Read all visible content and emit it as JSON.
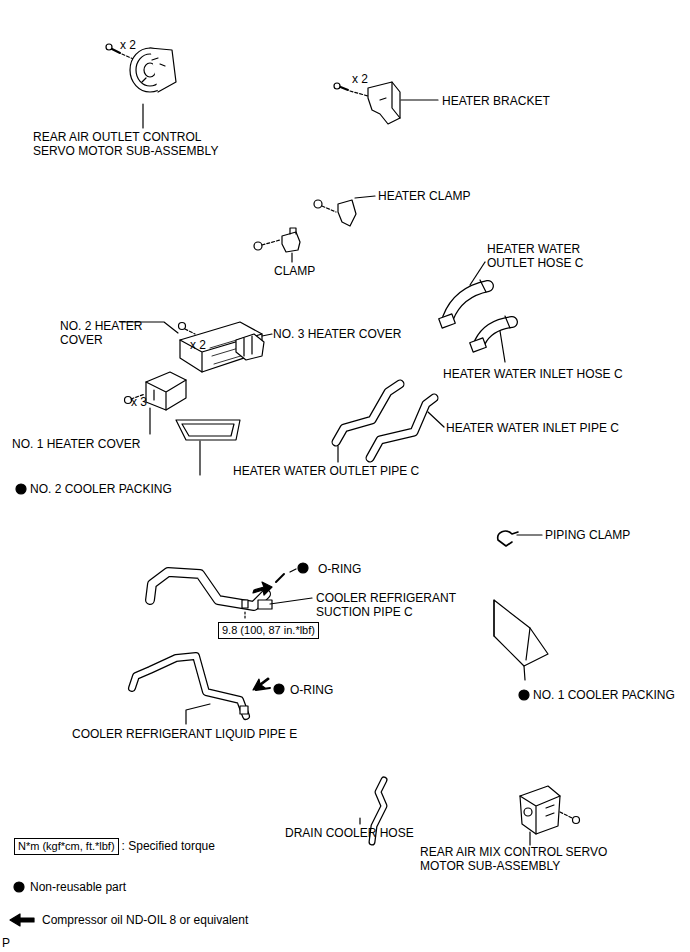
{
  "diagram": {
    "nodes": [
      {
        "text": [
          "9.8 (100, 87 in.*lbf)"
        ]
      },
      {
        "text": [
          "N*m (kgf*cm, ft.*lbf)"
        ]
      }
    ],
    "edges": [],
    "labels": [
      "x 2",
      "x 2",
      "HEATER BRACKET",
      "REAR AIR OUTLET CONTROL SERVO MOTOR SUB-ASSEMBLY",
      "HEATER CLAMP",
      "CLAMP",
      "HEATER WATER OUTLET HOSE C",
      "NO. 2 HEATER COVER",
      "x 2",
      "NO. 3 HEATER COVER",
      "HEATER WATER INLET HOSE C",
      "x 3",
      "HEATER WATER INLET PIPE C",
      "NO. 1 HEATER COVER",
      "HEATER WATER OUTLET PIPE C",
      "NO. 2 COOLER PACKING",
      "PIPING CLAMP",
      "O-RING",
      "COOLER REFRIGERANT SUCTION PIPE C",
      "O-RING",
      "NO. 1 COOLER PACKING",
      "COOLER REFRIGERANT LIQUID PIPE E",
      "DRAIN COOLER HOSE",
      "REAR AIR MIX CONTROL SERVO MOTOR SUB-ASSEMBLY",
      "P"
    ],
    "legend": [
      {
        "text": ": Specified torque"
      },
      {
        "text": "Non-reusable part"
      },
      {
        "text": "Compressor oil ND-OIL 8 or equivalent"
      }
    ]
  }
}
